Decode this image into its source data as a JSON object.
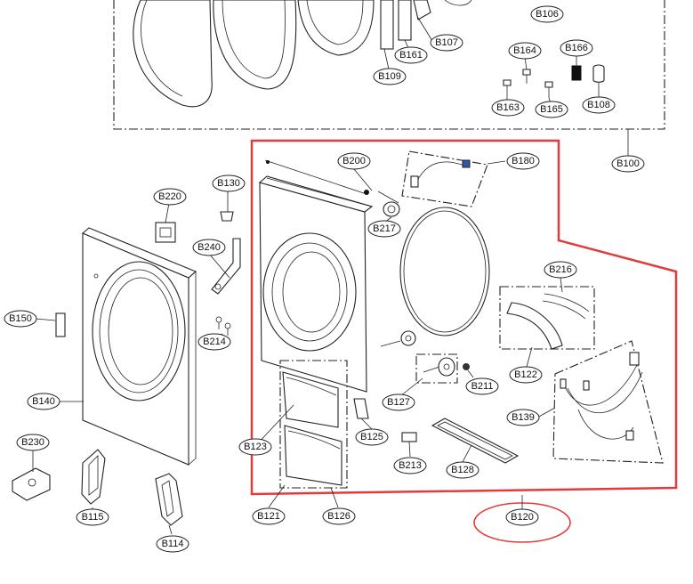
{
  "labels": {
    "b106": "B106",
    "b107": "B107",
    "b161": "B161",
    "b109": "B109",
    "b164": "B164",
    "b166": "B166",
    "b163": "B163",
    "b165": "B165",
    "b108": "B108",
    "b100": "B100",
    "b200": "B200",
    "b180": "B180",
    "b217": "B217",
    "b220": "B220",
    "b130": "B130",
    "b240": "B240",
    "b214": "B214",
    "b150": "B150",
    "b140": "B140",
    "b230": "B230",
    "b115": "B115",
    "b114": "B114",
    "b216": "B216",
    "b122": "B122",
    "b139": "B139",
    "b127": "B127",
    "b211": "B211",
    "b123": "B123",
    "b125": "B125",
    "b213": "B213",
    "b128": "B128",
    "b121": "B121",
    "b126": "B126",
    "b120": "B120"
  },
  "colors": {
    "highlight": "#e03c3c",
    "line": "#222222"
  }
}
